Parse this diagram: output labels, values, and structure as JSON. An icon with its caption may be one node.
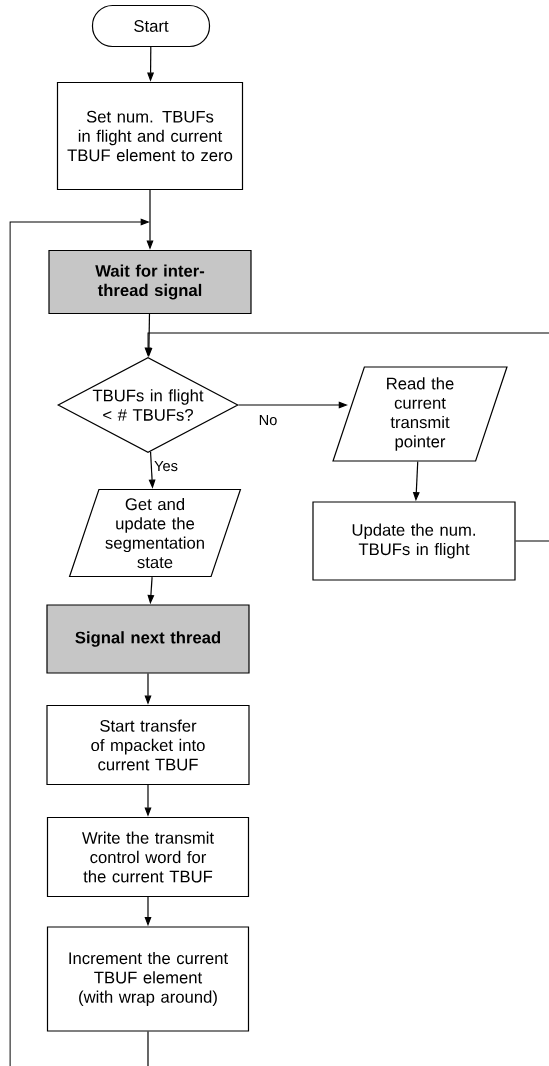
{
  "diagram": {
    "nodes": [
      {
        "text": [
          "Start"
        ]
      },
      {
        "text": [
          "Set num. TBUFs in flight and current TBUF element to zero"
        ]
      },
      {
        "text": [
          "Wait for inter-thread signal"
        ]
      },
      {
        "text": [
          "TBUFs in flight < # TBUFs?"
        ]
      },
      {
        "text": [
          "Read the current transmit pointer"
        ]
      },
      {
        "text": [
          "Get and update the segmentation state"
        ]
      },
      {
        "text": [
          "Update the num. TBUFs in flight"
        ]
      },
      {
        "text": [
          "Signal next thread"
        ]
      },
      {
        "text": [
          "Start transfer of mpacket into current TBUF"
        ]
      },
      {
        "text": [
          "Write the transmit control word for the current TBUF"
        ]
      },
      {
        "text": [
          "Increment the current TBUF element (with wrap around)"
        ]
      }
    ],
    "edges": [
      {
        "from": 0,
        "to": 1,
        "arrow": "to"
      },
      {
        "from": 1,
        "to": 2,
        "arrow": "to"
      },
      {
        "from": 2,
        "to": 3,
        "arrow": "to"
      },
      {
        "from": 3,
        "to": 4,
        "arrow": "to",
        "label": "No"
      },
      {
        "from": 3,
        "to": 5,
        "arrow": "to",
        "label": "Yes"
      },
      {
        "from": 4,
        "to": 6,
        "arrow": "to"
      },
      {
        "from": 6,
        "to": 3,
        "arrow": "to"
      },
      {
        "from": 5,
        "to": 7,
        "arrow": "to"
      },
      {
        "from": 7,
        "to": 8,
        "arrow": "to"
      },
      {
        "from": 8,
        "to": 9,
        "arrow": "to"
      },
      {
        "from": 9,
        "to": 10,
        "arrow": "to"
      },
      {
        "from": 10,
        "to": 2,
        "arrow": "to"
      }
    ]
  }
}
